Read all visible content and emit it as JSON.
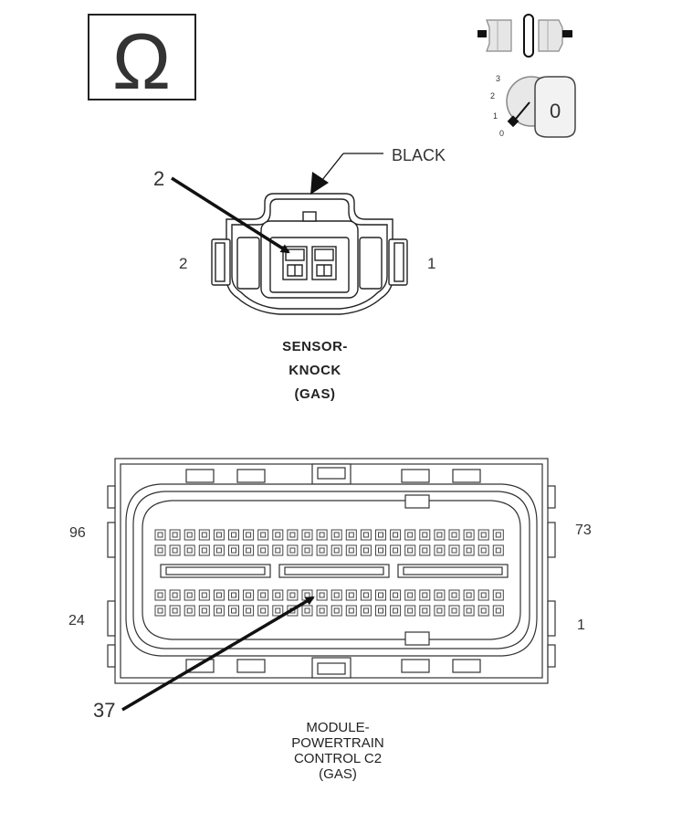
{
  "icons": {
    "ohm": "Ω",
    "switch_position": "0",
    "switch_scale": [
      "3",
      "2",
      "1",
      "0"
    ]
  },
  "sensor": {
    "color_label": "BLACK",
    "callout": "2",
    "pin_left": "2",
    "pin_right": "1",
    "caption": [
      "SENSOR-",
      "KNOCK",
      "(GAS)"
    ]
  },
  "module": {
    "pin_top_left": "96",
    "pin_top_right": "73",
    "pin_bottom_left": "24",
    "pin_bottom_right": "1",
    "callout": "37",
    "caption": [
      "MODULE-",
      "POWERTRAIN",
      "CONTROL C2",
      "(GAS)"
    ]
  }
}
